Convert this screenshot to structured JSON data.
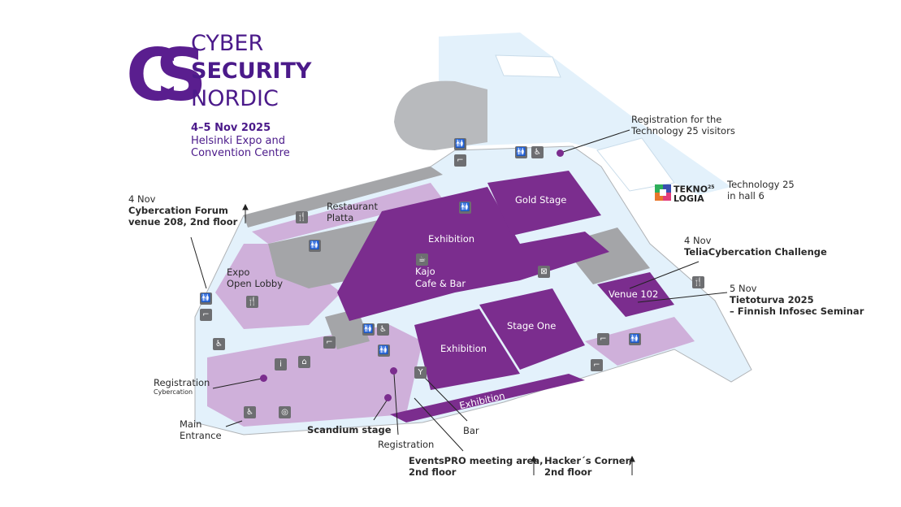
{
  "logo": {
    "mark": "CS",
    "line1": "CYBER",
    "line2": "SECURITY",
    "line3": "NORDIC",
    "date": "4–5 Nov 2025",
    "venue_line1": "Helsinki Expo and",
    "venue_line2": "Convention Centre"
  },
  "teknologia": {
    "logo_line1": "TEKNO",
    "logo_line2": "LOGIA",
    "logo_sup": "25",
    "text_line1": "Technology 25",
    "text_line2": "in hall 6"
  },
  "callouts": {
    "tech_registration": [
      "Registration for the",
      "Technology 25 visitors"
    ],
    "telia": {
      "date": "4 Nov",
      "title": "TeliaCybercation Challenge"
    },
    "tietoturva": {
      "date": "5 Nov",
      "title1": "Tietoturva 2025",
      "title2": "– Finnish Infosec Seminar"
    },
    "forum": {
      "date": "4 Nov",
      "title1": "Cybercation Forum",
      "title2": "venue 208, 2nd floor"
    },
    "registration_cyber": {
      "title": "Registration",
      "sub": "Cybercation"
    },
    "main_entrance": [
      "Main",
      "Entrance"
    ],
    "scandium": "Scandium stage",
    "registration": "Registration",
    "bar": "Bar",
    "eventspro": [
      "EventsPRO meeting area,",
      "2nd floor"
    ],
    "hackers": [
      "Hacker´s Corner,",
      "2nd floor"
    ]
  },
  "areas": {
    "restaurant": [
      "Restaurant",
      "Platta"
    ],
    "lobby": [
      "Expo",
      "Open Lobby"
    ],
    "gold_stage": "Gold Stage",
    "exhibition_top": "Exhibition",
    "kajo": [
      "Kajo",
      "Cafe & Bar"
    ],
    "venue102": "Venue 102",
    "stage_one": "Stage One",
    "exhibition_mid": "Exhibition",
    "exhibition_low": "Exhibition"
  },
  "icons": {
    "restaurant": "🍴",
    "toilet": "🚻",
    "accessible": "♿",
    "stairs": "⌐",
    "info": "i",
    "cloakroom": "⌂",
    "bar": "Y",
    "coffee": "☕"
  },
  "colors": {
    "brand": "#4b1a8a",
    "stage": "#7b2d8e",
    "lightpurple": "#cfb0da",
    "gray": "#a4a5a8",
    "lightblue": "#dff0fa"
  }
}
